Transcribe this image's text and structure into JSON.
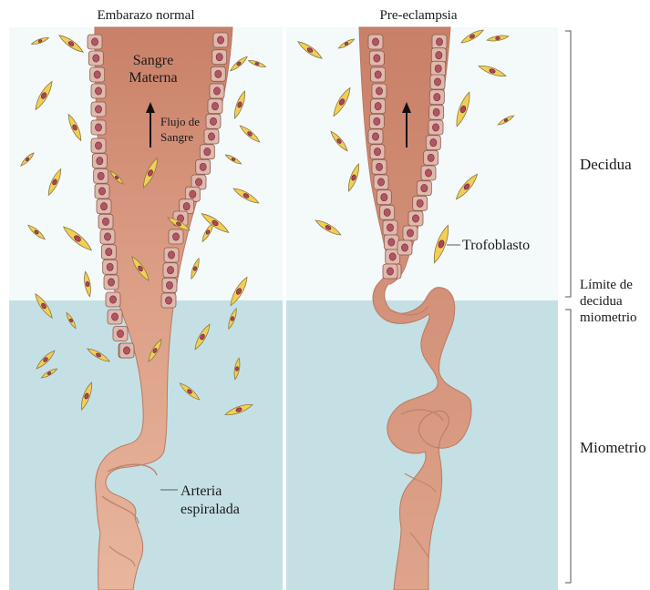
{
  "panels": [
    {
      "title": "Embarazo normal"
    },
    {
      "title": "Pre-eclampsia"
    }
  ],
  "labels": {
    "maternal_blood": [
      "Sangre",
      "Materna"
    ],
    "blood_flow": [
      "Flujo de",
      "Sangre"
    ],
    "trophoblast": "Trofoblasto",
    "spiral_artery": [
      "Arteria",
      "espiralada"
    ]
  },
  "regions": {
    "decidua": "Decidua",
    "boundary": [
      "Límite de",
      "decidua",
      "miometrio"
    ],
    "myometrium": "Miometrio"
  },
  "colors": {
    "decidua_bg": "#f4f9fa",
    "myometrium_bg": "#c5e0e4",
    "artery": "#e8b59d",
    "artery_dark": "#d8967a",
    "cell_fill": "#e0b9ad",
    "cell_nucleus": "#b25562",
    "trophoblast_fill": "#f1cf55",
    "trophoblast_nucleus": "#b2415e"
  }
}
